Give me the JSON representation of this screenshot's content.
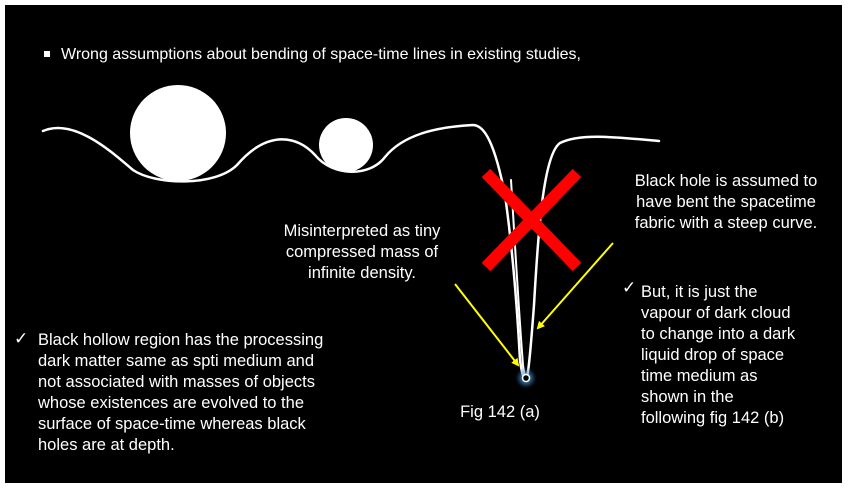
{
  "bullet": {
    "text": "Wrong assumptions about bending of space-time lines in existing studies,"
  },
  "labels": {
    "misinterpreted": [
      "Misinterpreted as tiny",
      "compressed mass of",
      "infinite density."
    ],
    "assumed": [
      "Black hole is assumed to",
      "have bent the spacetime",
      "fabric with a steep curve."
    ]
  },
  "notes": {
    "check_symbol": "✓",
    "right": [
      "But, it is just the",
      "vapour of dark cloud",
      "to change into a dark",
      "liquid drop of space",
      "time medium as",
      "shown in the",
      "following fig 142 (b)"
    ],
    "left": [
      "Black hollow region has the processing",
      "dark matter same as spti medium and",
      "not associated with masses of objects",
      "whose existences are evolved to the",
      "surface of space-time whereas black",
      "holes are at depth."
    ]
  },
  "figure": {
    "caption": "Fig 142 (a)"
  },
  "colors": {
    "background": "#000000",
    "foreground": "#ffffff",
    "arrow": "#ffff00",
    "cross": "#ff0000"
  }
}
